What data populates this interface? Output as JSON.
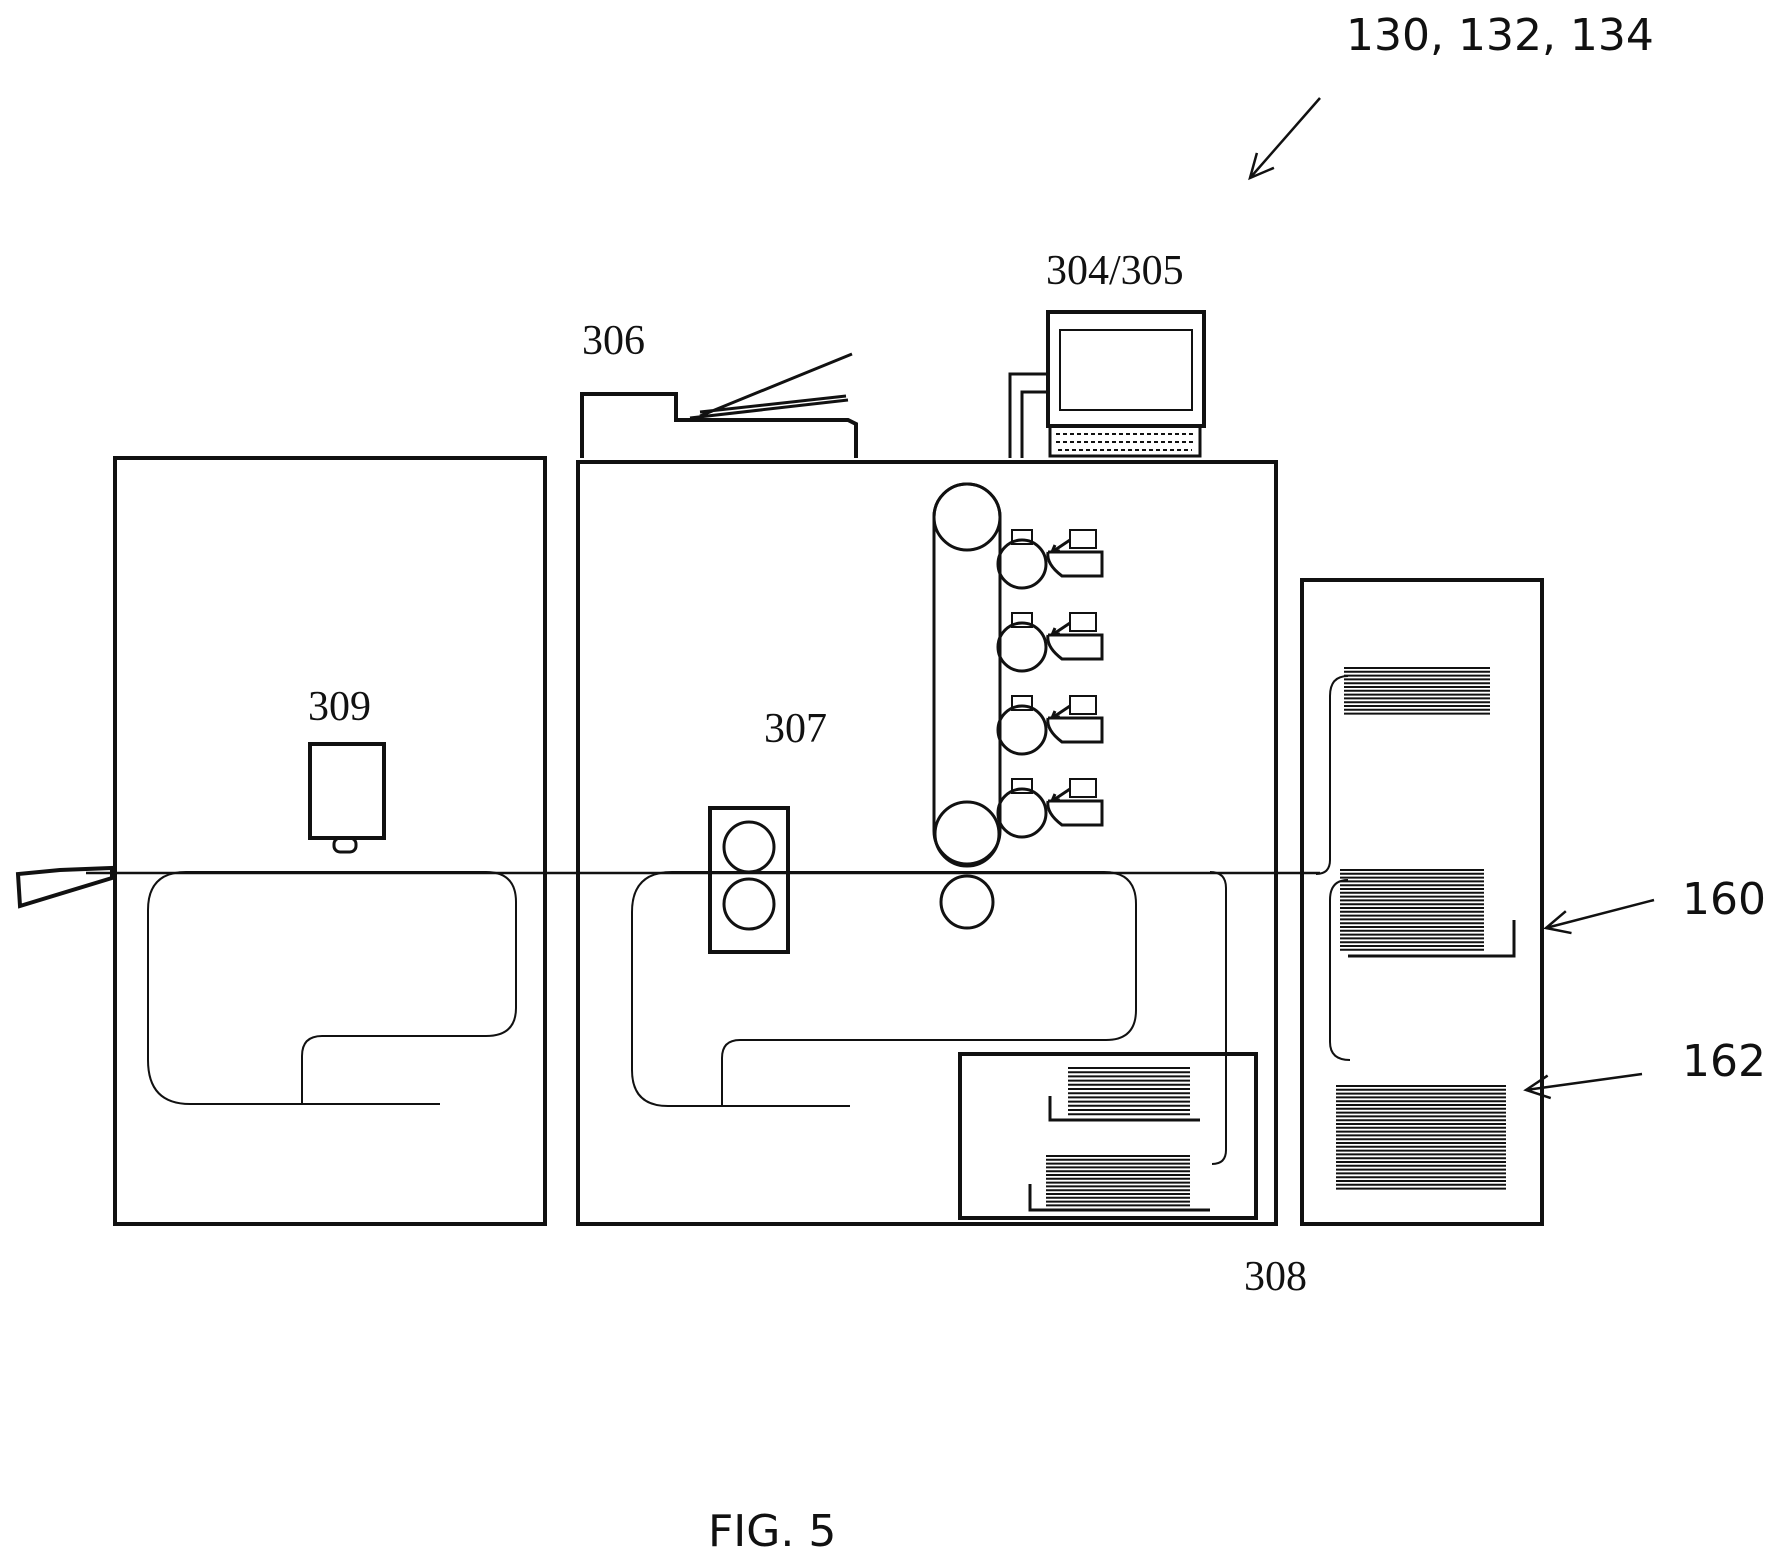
{
  "figure": {
    "caption": "FIG. 5",
    "labels": {
      "group": "130, 132, 134",
      "input_device": "304/305",
      "document_feeder": "306",
      "print_engine": "307",
      "finisher_unit": "309",
      "paper_trays": "308",
      "tray_160": "160",
      "tray_162": "162"
    }
  },
  "colors": {
    "line": "#111111",
    "background": "#ffffff"
  }
}
